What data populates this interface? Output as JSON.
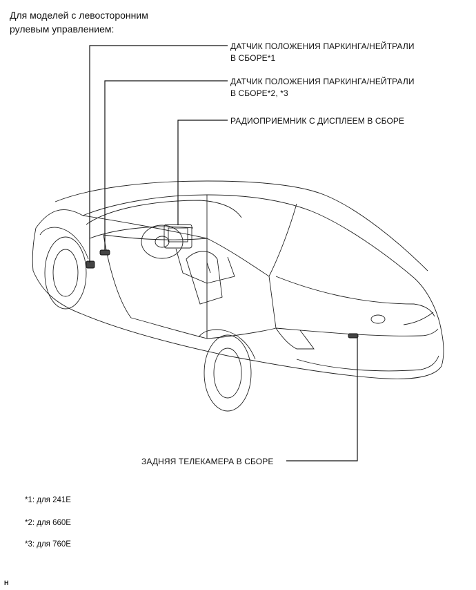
{
  "heading": {
    "line1": "Для моделей с левосторонним",
    "line2": "рулевым управлением:"
  },
  "callouts": [
    {
      "line1": "ДАТЧИК ПОЛОЖЕНИЯ ПАРКИНГА/НЕЙТРАЛИ",
      "line2": "В СБОРЕ*1"
    },
    {
      "line1": "ДАТЧИК ПОЛОЖЕНИЯ ПАРКИНГА/НЕЙТРАЛИ",
      "line2": "В СБОРЕ*2, *3"
    },
    {
      "line1": "РАДИОПРИЕМНИК С ДИСПЛЕЕМ В СБОРЕ"
    },
    {
      "line1": "ЗАДНЯЯ ТЕЛЕКАМЕРА В СБОРЕ"
    }
  ],
  "notes": [
    "*1: для 241E",
    "*2: для 660E",
    "*3: для 760E"
  ],
  "figure_code": "H"
}
